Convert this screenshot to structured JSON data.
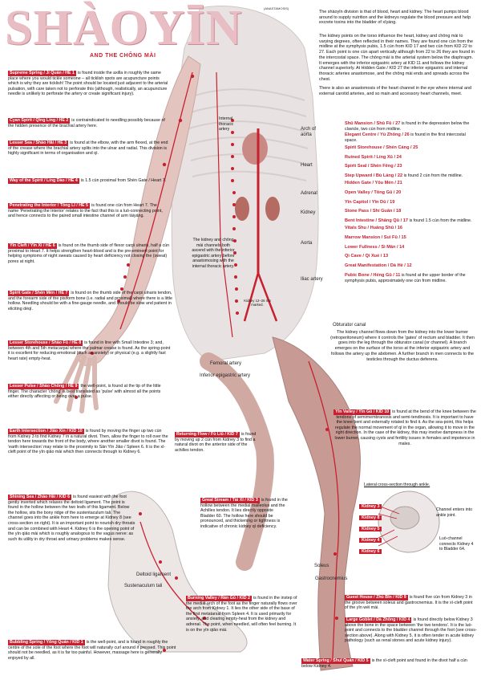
{
  "header": {
    "title": "SHÀOYĪN",
    "subtitle": "AND THE CHŌNG MÀI",
    "anastamosis": "(ANASTAMOSIS)"
  },
  "intro": {
    "para1": "The shàoyīn division is that of blood, heart and kidney. The heart pumps blood around to supply nutrition and the kidneys regulate the blood pressure and help excrete toxins into the bladder of xīyáng.",
    "para2": "The kidney points on the torso influence the heart, kidney and chōng mài to varying degrees, often reflected in their names. They are found one cùn from the midline at the symphysis pubis, 1.5 cùn from KID 17 and two cùn from KID 22 to 27. Each point is one cùn apart vertically although from 22 to 26 they are found in the intercostal space. The chōng mài is the arterial system below the diaphragm. It emerges with the inferior epigastric artery at KID 11 and follows the kidney channel superiorly. At Hidden Gate / KID 27 the inferior epigastric and internal thoracic arteries anastomose, and the chōng mài ends and spreads across the chest.",
    "para3": "There is also an anastomosis of the heart channel in the eye where internal and external carotid arteries, and so main and accessory heart channels, meet."
  },
  "heart_points": [
    {
      "label": "Supreme Spring / Jí Quán / HE 1",
      "text": "is found inside the axilla in roughly the same place where you would tickle someone – all ticklish spots are acupuncture points which is why they are ticklish! The point should be located just adjacent to the arterial pulsation, with care taken not to perforate this (although, realistically, an acupuncture needle is unlikely to perforate the artery or create significant injury)."
    },
    {
      "label": "Cyan Spirit / Qīng Líng / HE 2",
      "text": "is contraindicated to needling possibly because of the hidden presence of the brachial artery here."
    },
    {
      "label": "Lesser Sea / Shào Hǎi / HE 3",
      "text": "is found at the elbow, with the arm flexed, at the end of the crease where the brachial artery splits into the ulnar and radial. This division is highly significant in terms of organisation and qì."
    },
    {
      "label": "Way of the Spirit / Líng Dào / HE 4",
      "text": "is 1.5 cùn proximal from Shén Gate / Heart 7."
    },
    {
      "label": "Penetrating the Interior / Tōng Lǐ / HE 5",
      "text": "is found one cùn from Heart 7. The name 'Penetrating the Interior' relates to the fact that this is a luò-connecting point, and hence connects to the paired small intestine channel of arm tàiyáng."
    },
    {
      "label": "Yīn Cleft / Yīn Xì / HE 6",
      "text": "is found on the thumb side of flexor carpi ulnaris, half a cùn proximal to Heart 7. It helps strengthen heart-blood and is the pre-eminent point for helping symptoms of night sweats caused by heart deficiency not closing the (sweat) pores at night."
    },
    {
      "label": "Spirit Gate / Shén Mén / HE 7",
      "text": "is found on the thumb side of the carpi ulnaris tendon, and the forearm side of the pisiform bone (i.e. radial and proximal) where there is a little hollow. Needling should be with a fine-gauge needle, and should be slow and patient in eliciting déqì."
    },
    {
      "label": "Lesser Storehouse / Shào Fǔ / HE 8",
      "text": "is found in line with Small Intestine 3; and, between 4th and 5th metacarpal where the palmar crease is found. As the spring-point it is excellent for reducing emotional (such as anxiety) or physical (e.g. a slightly fast heart rate) empty-heat."
    },
    {
      "label": "Lesser Pulse / Shào Chōng / HE 9",
      "text": "the well-point, is found at the tip of the little finger. The character 'chōng' is best translated as 'pulse' with almost all the points either directly affecting or being over a pulse."
    }
  ],
  "kidney_points_left": [
    {
      "label": "Earth Intersection / Jiāo Xìn / KID 10",
      "text": "is found by moving the finger up two cùn from Kidney 3 to find Kidney 7 in a natural divot. Then, allow the finger to roll over the tendon here towards the front of the body, where another smaller divot is found. The 'earth intersection' may relate to the proximity to Sān Yīn Jiāo / Spleen 6. It is the xì-cleft point of the yīn qiāo mài which then connects through to Kidney 6."
    },
    {
      "label": "Shining Sea / Zhào Hǎi / KID 6",
      "text": "is found easiest with the foot gently inverted which relaxes the deltoid ligament. The point is found in the hollow between the two leafs of this ligament. Below the hollow, sits the bony ridge of the sustentaculum tali. The channel goes into the ankle from here to emerge at Kidney 8 (see cross-section on right). It is an important point to nourish dry throats and can be combined with Heart 4. Kidney 6 is the opening point of the yīn qiāo mài which is roughly analogous to the vagus nerve: as such its utility in dry throat and urinary problems makes sense."
    },
    {
      "label": "Bubbling Spring / Yǒng Quán / KID 1",
      "text": "is the well-point, and is found in roughly the centre of the sole of the foot where the foot will naturally curl around if pressed. This point should not be needled, as it is far too painful. However, massage here is generally enjoyed by all."
    }
  ],
  "kidney_points_mid": [
    {
      "label": "Returning Flow / Fù Liū / KID 7",
      "text": "is found by moving up 2 cùn from Kidney 3 to find a natural divot on the anterior side of the achilles tendon."
    },
    {
      "label": "Great Stream / Tài Xī / KID 3",
      "text": "is found in the hollow between the medial malleolus and the Achilles tendon. It lies directly opposite Bladder 60. The hollow here should be pronounced, and thickening or tightness is indicative of chronic kidney qì deficiency."
    },
    {
      "label": "Burning Valley / Rán Gǔ / KID 2",
      "text": "is found in the instep of the medial arch of the foot as the finger naturally flows over the arch from Kidney 1. It lies the other side of the base of the first metatarsal from Spleen 4. It is used primarily for anxiety, and clearing empty-heat from the kidney and adrenal. The point, when needled, will often feel burning. It is on the yīn qiāo mài."
    }
  ],
  "torso_points": [
    {
      "label": "Shū Mansion / Shū Fǔ / 27",
      "text": "is found in the depression below the clavicle, two cùn from midline."
    },
    {
      "label": "Elegant Centre / Yù Zhōng / 26",
      "text": "is found in the first intercostal space."
    },
    {
      "label": "Spirit Storehouse / Shén Cáng / 25",
      "text": ""
    },
    {
      "label": "Ruined Spirit / Líng Xū / 24",
      "text": ""
    },
    {
      "label": "Spirit Seal / Shén Fēng / 23",
      "text": ""
    },
    {
      "label": "Step Upward / Bù Láng / 22",
      "text": "is found 2 cùn from the midline."
    },
    {
      "label": "Hidden Gate / Yōu Mén / 21",
      "text": ""
    },
    {
      "label": "Open Valley / Tōng Gǔ / 20",
      "text": ""
    },
    {
      "label": "Yīn Capitol / Yīn Dū / 19",
      "text": ""
    },
    {
      "label": "Stone Pass / Shí Guān / 18",
      "text": ""
    },
    {
      "label": "Bent Intestine / Shāng Qū / 17",
      "text": "is found 1.5 cùn from the midline."
    },
    {
      "label": "Vitals Shu / Huāng Shū / 16",
      "text": ""
    },
    {
      "label": "Marrow Mansion / Suì Fǔ / 15",
      "text": ""
    },
    {
      "label": "Lower Fullness / Sì Mǎn / 14",
      "text": ""
    },
    {
      "label": "Qì Cave / Qì Xué / 13",
      "text": ""
    },
    {
      "label": "Great Manifestation / Dà Hè / 12",
      "text": ""
    },
    {
      "label": "Pubic Bone / Héng Gǔ / 11",
      "text": "is found at the upper border of the symphysis pubis, approximately one cùn from midline."
    }
  ],
  "torso_side_labels": {
    "arch": "Arch of\naorta",
    "heart": "Heart",
    "adrenal": "Adrenal",
    "kidney": "Kidney",
    "aorta": "Aorta",
    "iliac": "Iliac artery",
    "internal_thoracic": "Internal\nthoracic\nartery",
    "obturator": "Obturator canal",
    "femoral": "Femoral artery",
    "inferior_epigastric": "Inferior epigastric artery",
    "chong_note": "The kidney and chōng mài channels both ascend with the inferior epigastric artery before anastomosing with the internal thoracic artery.",
    "kid_note": "Kidney 12–26 not marked."
  },
  "kidney_channel_para": "The kidney channel flows down from the kidney into the lower burner (retroperitoneum) where it controls the 'gates' of rectum and bladder. It then goes into the leg through the obturator canal (or channel). A branch emerges on the surface of the torso at the inferior epigastric artery and follows the artery up the abdomen. A further branch in men connects to the testicles through the ductus deferens.",
  "kid9_10": {
    "label": "Yīn Valley / Yīn Gǔ / KID 10",
    "text": "is found at the bend of the knee between the tendons of semimembranosis and semi-tendinosis. It is important to have the knee bent and externally rotated to find it. As the sea-point, this helps regulate the normal movement of qì in the organ, allowing it to move in the right direction. In the case of the kidney, this may involve dampness in the lower burner, causing cysts and fertility issues in females and impotence in males."
  },
  "cross_section": {
    "title": "Lateral cross-section through ankle.",
    "labels": [
      "Kidney 3",
      "Kidney 8",
      "Kidney 5",
      "Kidney 4",
      "Kidney 6"
    ],
    "note1": "Channel enters into ankle joint.",
    "note2": "Luò-channel connects Kidney 4 to Bladder 64."
  },
  "leg_labels": {
    "soleus": "Soleus",
    "gastrocnemius": "Gastrocnemius",
    "deltoid": "Deltoid ligament",
    "sustentaculum": "Sustenaculum tali"
  },
  "kidney_points_right": [
    {
      "label": "Guest House / Zhù Bīn / KID 9",
      "text": "is found five cùn from Kidney 3 in the groove between soleus and gastrocnemius. It is the xì-cleft point of the yīn wéi mài."
    },
    {
      "label": "Large Goblet / Dà Zhōng / KID 4",
      "text": "is found directly below Kidney 3 above the bone in the space between 'the two tendons'. It is the luò-point and connects to the bladder channel through the foot (see cross-section above). Along with Kidney 5, it is often tender in acute kidney pathology (such as renal stones and acute kidney injury)."
    },
    {
      "label": "Water Spring / Shuǐ Quán / KID 5",
      "text": "is the xì-cleft point and found in the divot half a cùn below Kidney 4."
    }
  ],
  "colors": {
    "accent": "#c8202f",
    "title": "#e9bdc4"
  }
}
